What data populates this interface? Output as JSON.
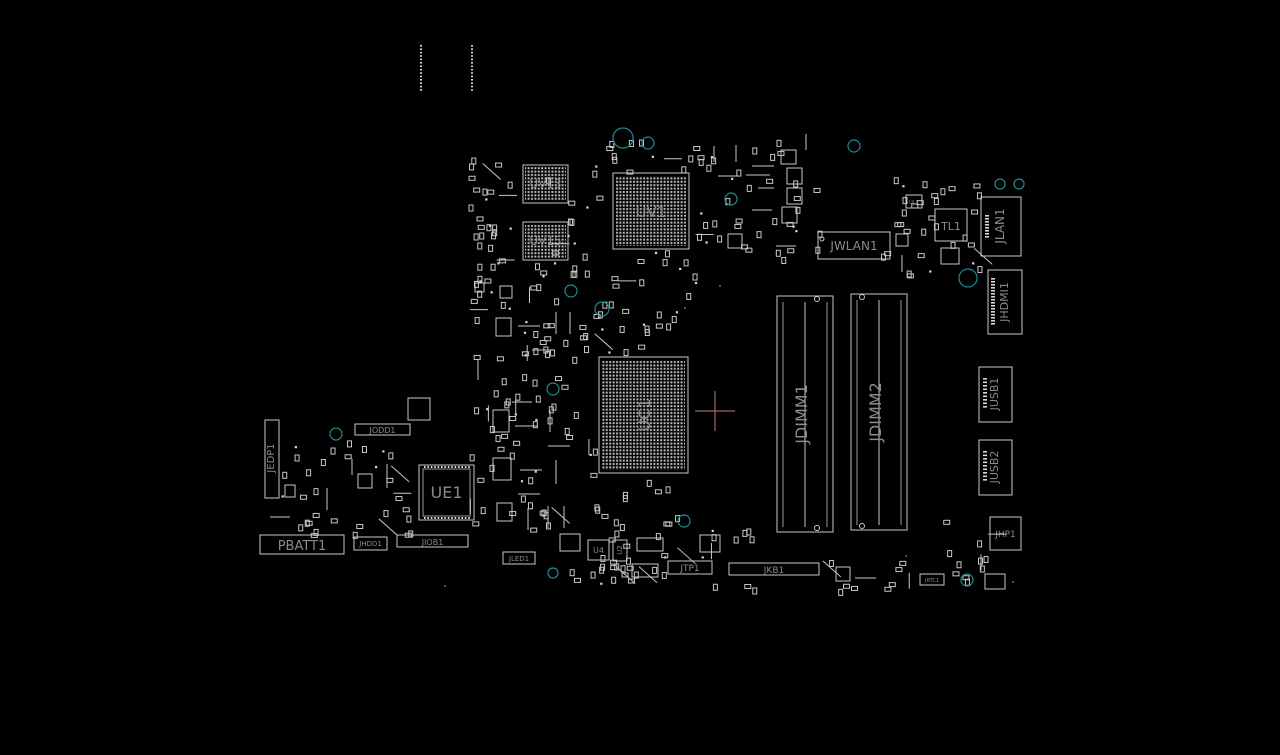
{
  "board": {
    "background": "#000000",
    "outline_color": "#c8c8c8",
    "label_color": "#8a8a8a",
    "via_color": "#1e8c96",
    "origin_marker_color": "#c87878"
  },
  "components": {
    "uv13": "UV13",
    "uv15": "UV15",
    "uv1": "UV1",
    "uc1": "UC1",
    "ue1": "UE1",
    "jwlan1": "JWLAN1",
    "tl1": "TL1",
    "jlan1": "JLAN1",
    "jhdmi1": "JHDMI1",
    "jdimm1": "JDIMM1",
    "jdimm2": "JDIMM2",
    "jusb1": "JUSB1",
    "jusb2": "JUSB2",
    "jhp1": "JHP1",
    "jedp1": "JEDP1",
    "jodd1": "JODD1",
    "pbatt1": "PBATT1",
    "jhdd1": "JHDD1",
    "jiob1": "JIOB1",
    "jled1": "JLED1",
    "u4": "U4",
    "u2": "U2",
    "jkb1": "JKB1",
    "jtp1": "JTP1",
    "jrtc1": "JRTC1",
    "ul1": "UL1"
  }
}
